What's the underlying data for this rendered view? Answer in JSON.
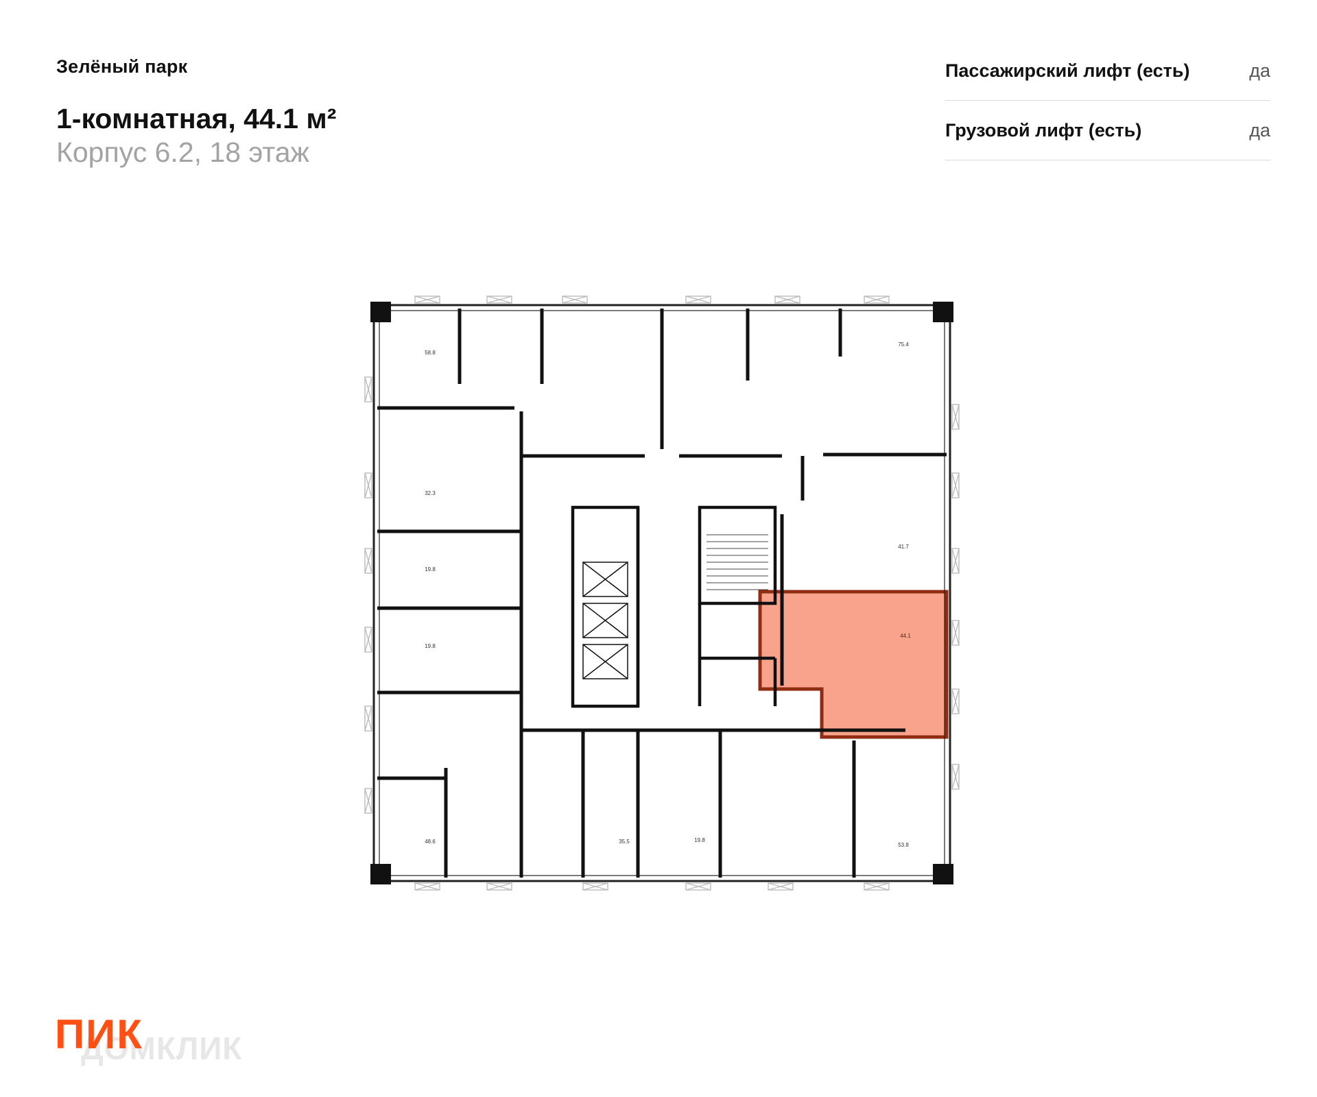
{
  "header": {
    "complex_name": "Зелёный парк",
    "flat_title": "1-комнатная, 44.1 м²",
    "building_floor": "Корпус 6.2, 18 этаж"
  },
  "features": [
    {
      "label": "Пассажирский лифт (есть)",
      "value": "да"
    },
    {
      "label": "Грузовой лифт (есть)",
      "value": "да"
    }
  ],
  "floor_plan": {
    "highlight_color": "#f9a28c",
    "highlight_border": "#8f2c12",
    "selected_area": "44.1",
    "areas": [
      "58.8",
      "75.4",
      "32.3",
      "41.7",
      "19.8",
      "19.8",
      "44.1",
      "48.6",
      "35.5",
      "19.8",
      "53.8"
    ]
  },
  "brand": {
    "logo": "ПИК",
    "watermark": "ДОМКЛИК",
    "accent_color": "#ff4f12"
  }
}
